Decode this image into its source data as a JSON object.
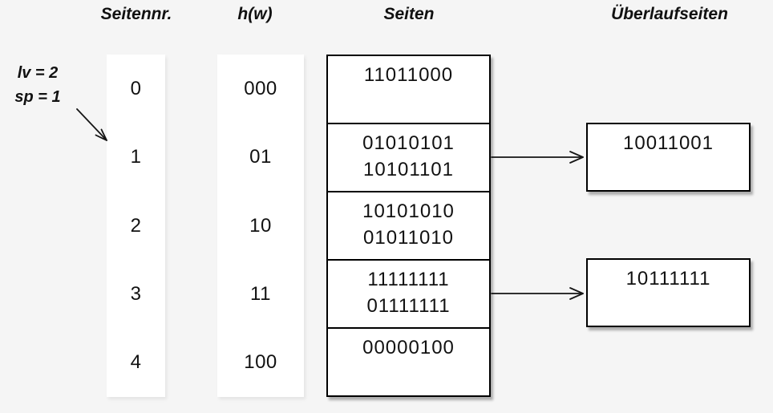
{
  "diagram": {
    "type": "linear-hashing-structure",
    "colors": {
      "background": "#f5f5f5",
      "box_fill": "#ffffff",
      "ink": "#111111",
      "border": "#000000"
    },
    "headers": {
      "page_no": "Seitennr.",
      "hash": "h(w)",
      "pages": "Seiten",
      "overflow": "Überlaufseiten"
    },
    "annotation": {
      "line1": "lv = 2",
      "line2": "sp = 1",
      "points_to_row": "1"
    },
    "rows": [
      {
        "page_no": "0",
        "hash": "000",
        "entries": [
          "11011000",
          ""
        ]
      },
      {
        "page_no": "1",
        "hash": "01",
        "entries": [
          "01010101",
          "10101101"
        ],
        "overflow": "10011001"
      },
      {
        "page_no": "2",
        "hash": "10",
        "entries": [
          "10101010",
          "01011010"
        ]
      },
      {
        "page_no": "3",
        "hash": "11",
        "entries": [
          "11111111",
          "01111111"
        ],
        "overflow": "10111111"
      },
      {
        "page_no": "4",
        "hash": "100",
        "entries": [
          "00000100",
          ""
        ]
      }
    ]
  }
}
